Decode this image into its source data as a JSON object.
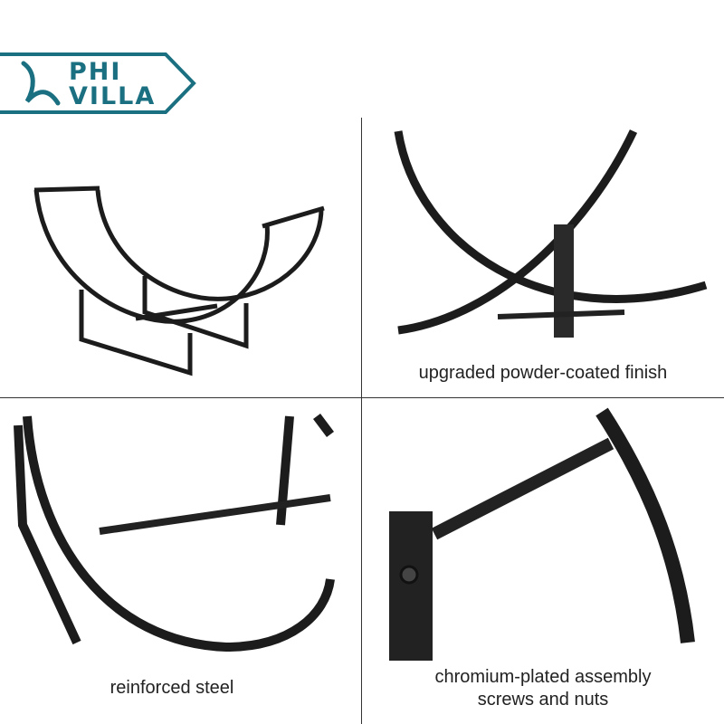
{
  "brand": {
    "line1": "PHI",
    "line2": "VILLA",
    "color": "#1a6f80"
  },
  "panels": [
    {
      "caption": ""
    },
    {
      "caption": "upgraded powder-coated finish"
    },
    {
      "caption": "reinforced steel"
    },
    {
      "caption_line1": "chromium-plated assembly",
      "caption_line2": "screws and nuts"
    }
  ]
}
